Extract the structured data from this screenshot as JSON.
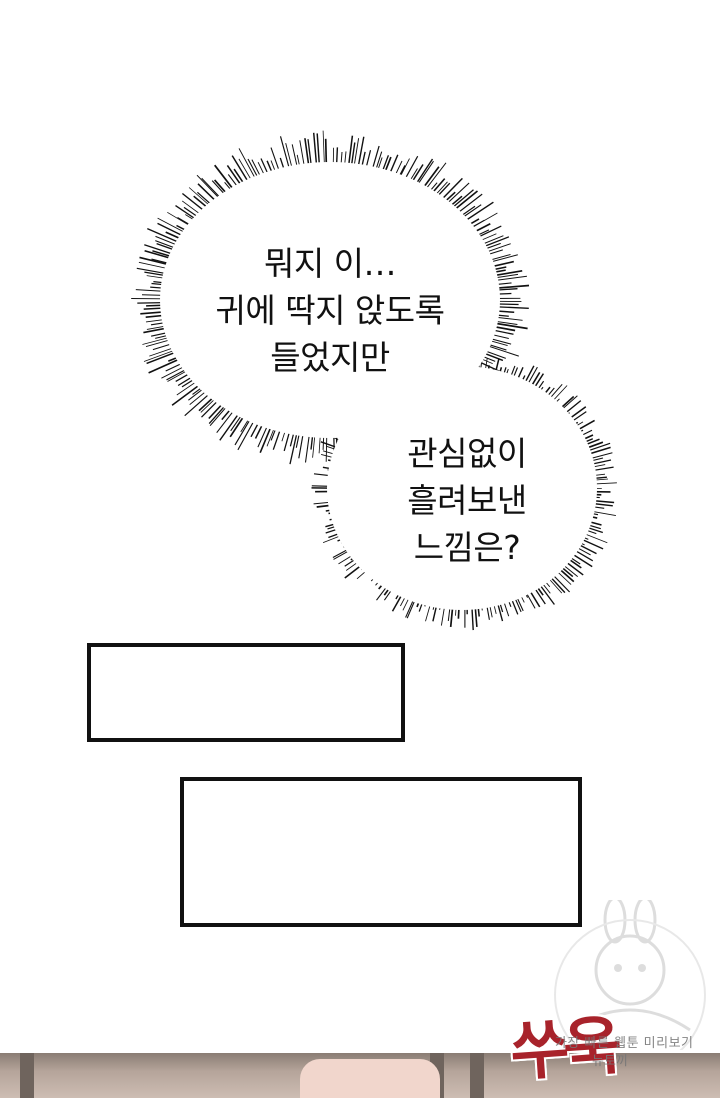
{
  "bubbles": [
    {
      "text": "뭐지 이…\n귀에 딱지 앉도록\n들었지만"
    },
    {
      "text": "관심없이\n흘려보낸\n느낌은?"
    }
  ],
  "sound_effect": "쑤욱",
  "watermark": {
    "line1": "가장 빠른 웹툰 미리보기",
    "line2": "뉴토끼"
  },
  "colors": {
    "background": "#ffffff",
    "ink": "#111111",
    "sfx": "#a8232b"
  }
}
